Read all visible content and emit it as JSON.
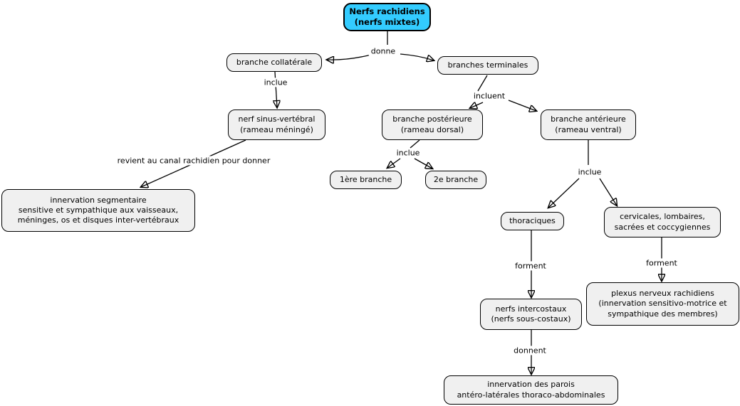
{
  "diagram": {
    "title": "Nerfs rachidiens (nerfs mixtes)",
    "nodes": {
      "root": {
        "label": "Nerfs rachidiens\n(nerfs mixtes)"
      },
      "collaterale": {
        "label": "branche collatérale"
      },
      "terminales": {
        "label": "branches terminales"
      },
      "sinus": {
        "label": "nerf sinus-vertébral\n(rameau méningé)"
      },
      "posterieure": {
        "label": "branche postérieure\n(rameau dorsal)"
      },
      "anterieure": {
        "label": "branche antérieure\n(rameau ventral)"
      },
      "branche1": {
        "label": "1ère branche"
      },
      "branche2": {
        "label": "2e branche"
      },
      "thoraciques": {
        "label": "thoraciques"
      },
      "cervicales": {
        "label": "cervicales, lombaires,\nsacrées et coccygiennes"
      },
      "segmentaire": {
        "label": "innervation segmentaire\nsensitive et sympathique aux vaisseaux,\nméninges, os et disques inter-vertébraux"
      },
      "intercostaux": {
        "label": "nerfs intercostaux\n(nerfs sous-costaux)"
      },
      "plexus": {
        "label": "plexus nerveux rachidiens\n(innervation sensitivo-motrice et\nsympathique des membres)"
      },
      "parois": {
        "label": "innervation des parois\nantéro-latérales thoraco-abdominales"
      }
    },
    "edge_labels": {
      "donne": "donne",
      "inclue_collaterale": "inclue",
      "incluent": "incluent",
      "revient": "revient au canal rachidien pour donner",
      "inclue_posterieure": "inclue",
      "inclue_anterieure": "inclue",
      "forment_thoraciques": "forment",
      "forment_cervicales": "forment",
      "donnent": "donnent"
    },
    "colors": {
      "root_node_bg": "#33ccff",
      "node_bg": "#f0f0f0",
      "node_border": "#000000",
      "line": "#000000",
      "canvas_bg": "#ffffff"
    }
  }
}
